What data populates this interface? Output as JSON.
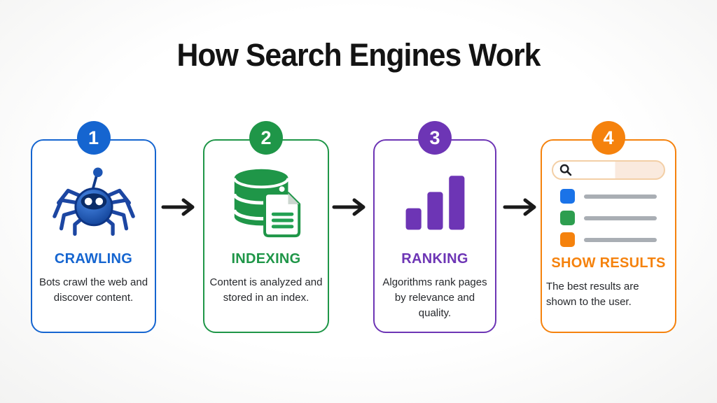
{
  "title": "How Search Engines Work",
  "steps": [
    {
      "number": "1",
      "title": "CRAWLING",
      "description": "Bots crawl the web and discover content.",
      "accent": "#1565d0",
      "icon": "spider-bot-icon"
    },
    {
      "number": "2",
      "title": "INDEXING",
      "description": "Content is analyzed and stored in an index.",
      "accent": "#1f9648",
      "icon": "database-document-icon"
    },
    {
      "number": "3",
      "title": "RANKING",
      "description": "Algorithms rank pages by relevance and quality.",
      "accent": "#6d35b5",
      "icon": "bar-chart-icon"
    },
    {
      "number": "4",
      "title": "SHOW RESULTS",
      "description": "The best results are shown to the user.",
      "accent": "#f5820d",
      "icon": "search-results-panel-icon",
      "panel": {
        "search_bar_border": "#f3cfa6",
        "search_bar_fill": "#faeade",
        "result_rows": [
          {
            "color": "#1a73e8"
          },
          {
            "color": "#2d9e4f"
          },
          {
            "color": "#f5820d"
          }
        ],
        "line_color": "#a9aeb4"
      }
    }
  ],
  "arrow_color": "#1a1a1a",
  "background": "#ffffff",
  "text_color": "#26282c"
}
